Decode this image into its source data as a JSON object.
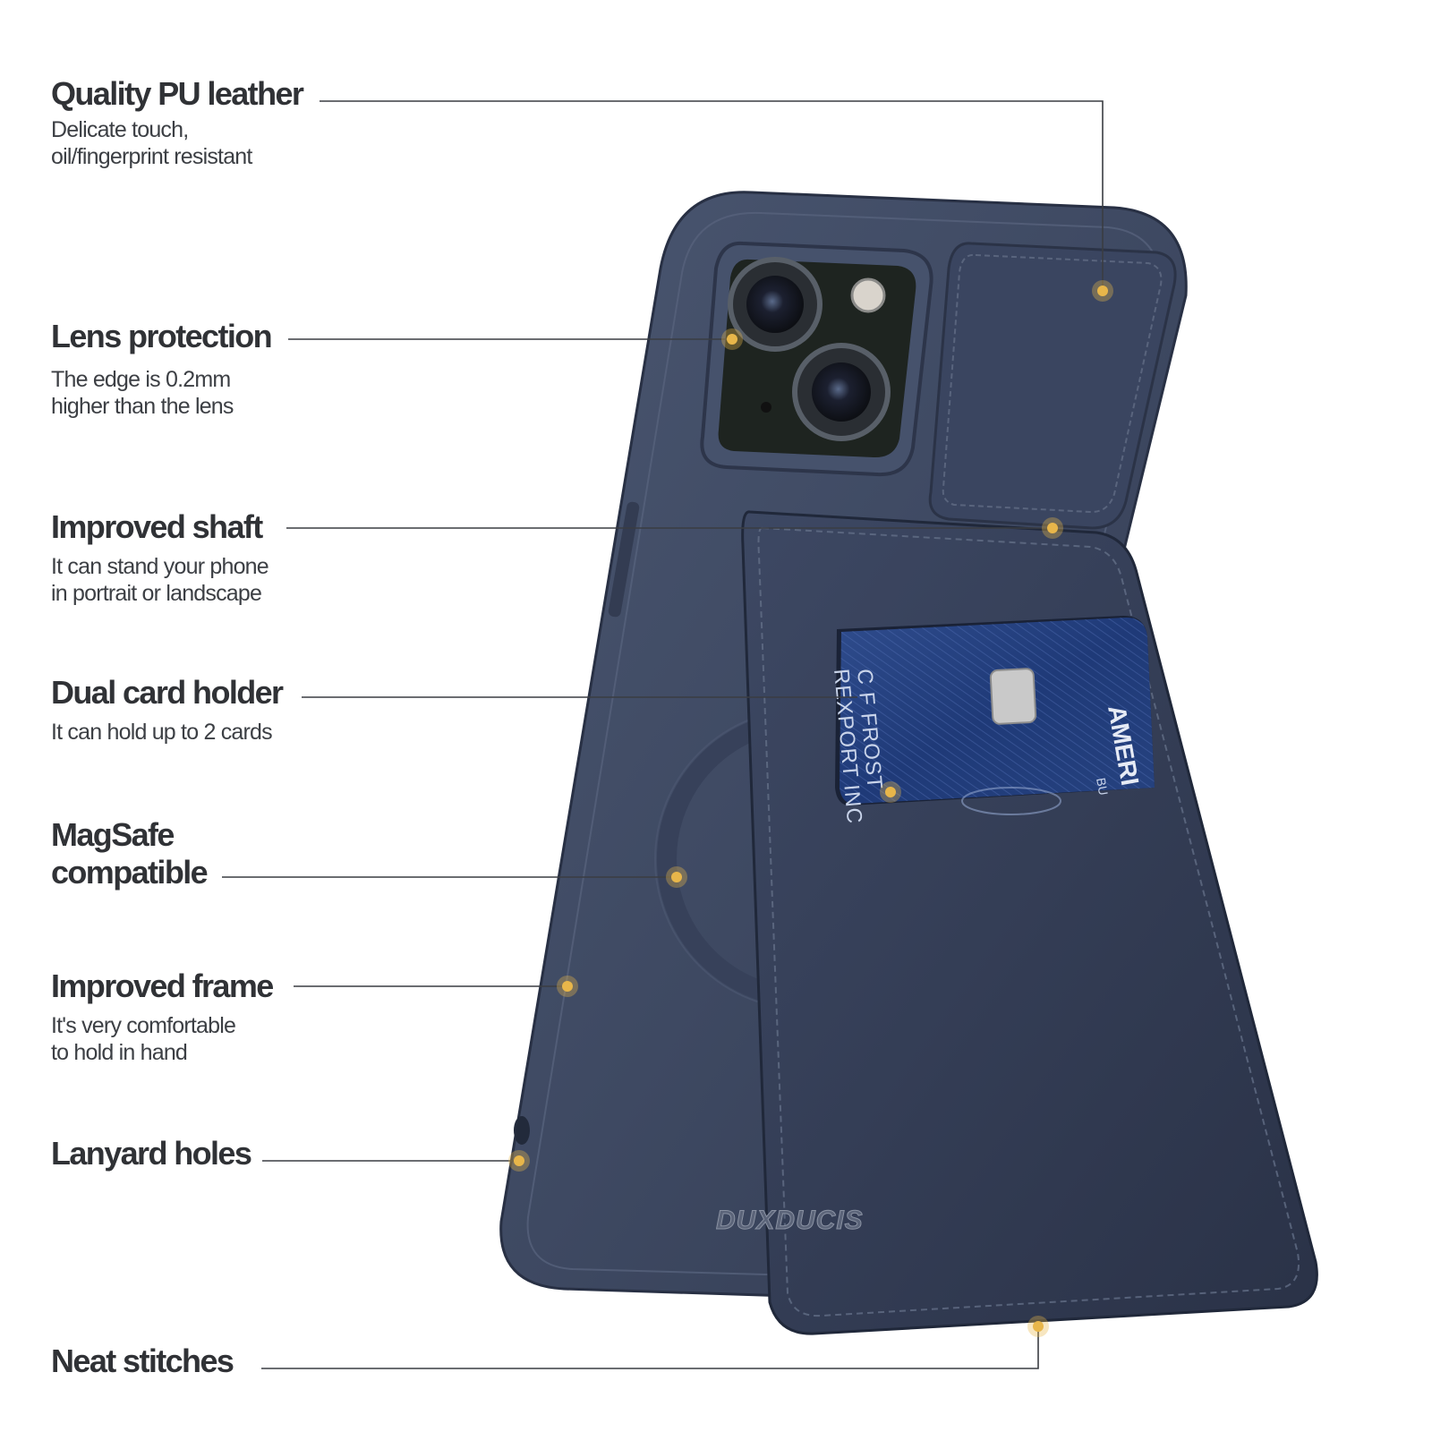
{
  "features": {
    "leather": {
      "title": "Quality PU leather",
      "desc_1": "Delicate touch,",
      "desc_2": "oil/fingerprint resistant"
    },
    "lens": {
      "title": "Lens protection",
      "desc_1": "The edge is 0.2mm",
      "desc_2": "higher than the lens"
    },
    "shaft": {
      "title": "Improved shaft",
      "desc_1": "It can stand your phone",
      "desc_2": "in portrait or landscape"
    },
    "card": {
      "title": "Dual card holder",
      "desc_1": "It can hold up to 2 cards"
    },
    "magsafe": {
      "title_1": "MagSafe",
      "title_2": "compatible"
    },
    "frame": {
      "title": "Improved frame",
      "desc_1": "It's very comfortable",
      "desc_2": "to hold in hand"
    },
    "lanyard": {
      "title": "Lanyard holes"
    },
    "stitch": {
      "title": "Neat stitches"
    }
  },
  "product": {
    "brand": "DUXDUCIS",
    "card_name": "C F FROST",
    "card_company": "REXPORT INC",
    "card_issuer": "AMERI",
    "card_issuer_sub": "BU"
  },
  "colors": {
    "case": "#3f4a63",
    "case_dark": "#2b3448",
    "marker": "#e8b64a",
    "line": "#3a3d42"
  }
}
